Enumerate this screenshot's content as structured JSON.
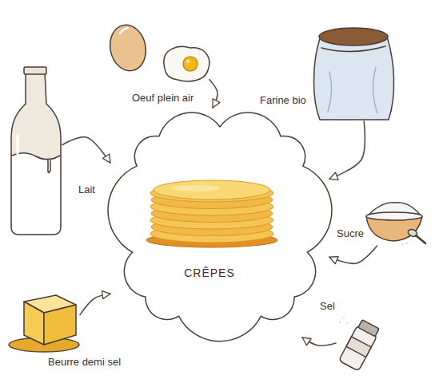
{
  "diagram": {
    "nodes": [
      {
        "text": [
          "Oeuf plein air"
        ]
      },
      {
        "text": [
          "Farine bio"
        ]
      },
      {
        "text": [
          "Lait"
        ]
      },
      {
        "text": [
          "CRÊPES"
        ]
      },
      {
        "text": [
          "Sucre"
        ]
      },
      {
        "text": [
          "Sel"
        ]
      },
      {
        "text": [
          "Beurre demi sel"
        ]
      }
    ],
    "edges": [
      {
        "from": 0,
        "to": 3,
        "arrow": "to"
      },
      {
        "from": 1,
        "to": 3,
        "arrow": "to"
      },
      {
        "from": 2,
        "to": 3,
        "arrow": "to"
      },
      {
        "from": 4,
        "to": 3,
        "arrow": "to"
      },
      {
        "from": 5,
        "to": 3,
        "arrow": "to"
      },
      {
        "from": 6,
        "to": 3,
        "arrow": "to"
      }
    ]
  }
}
